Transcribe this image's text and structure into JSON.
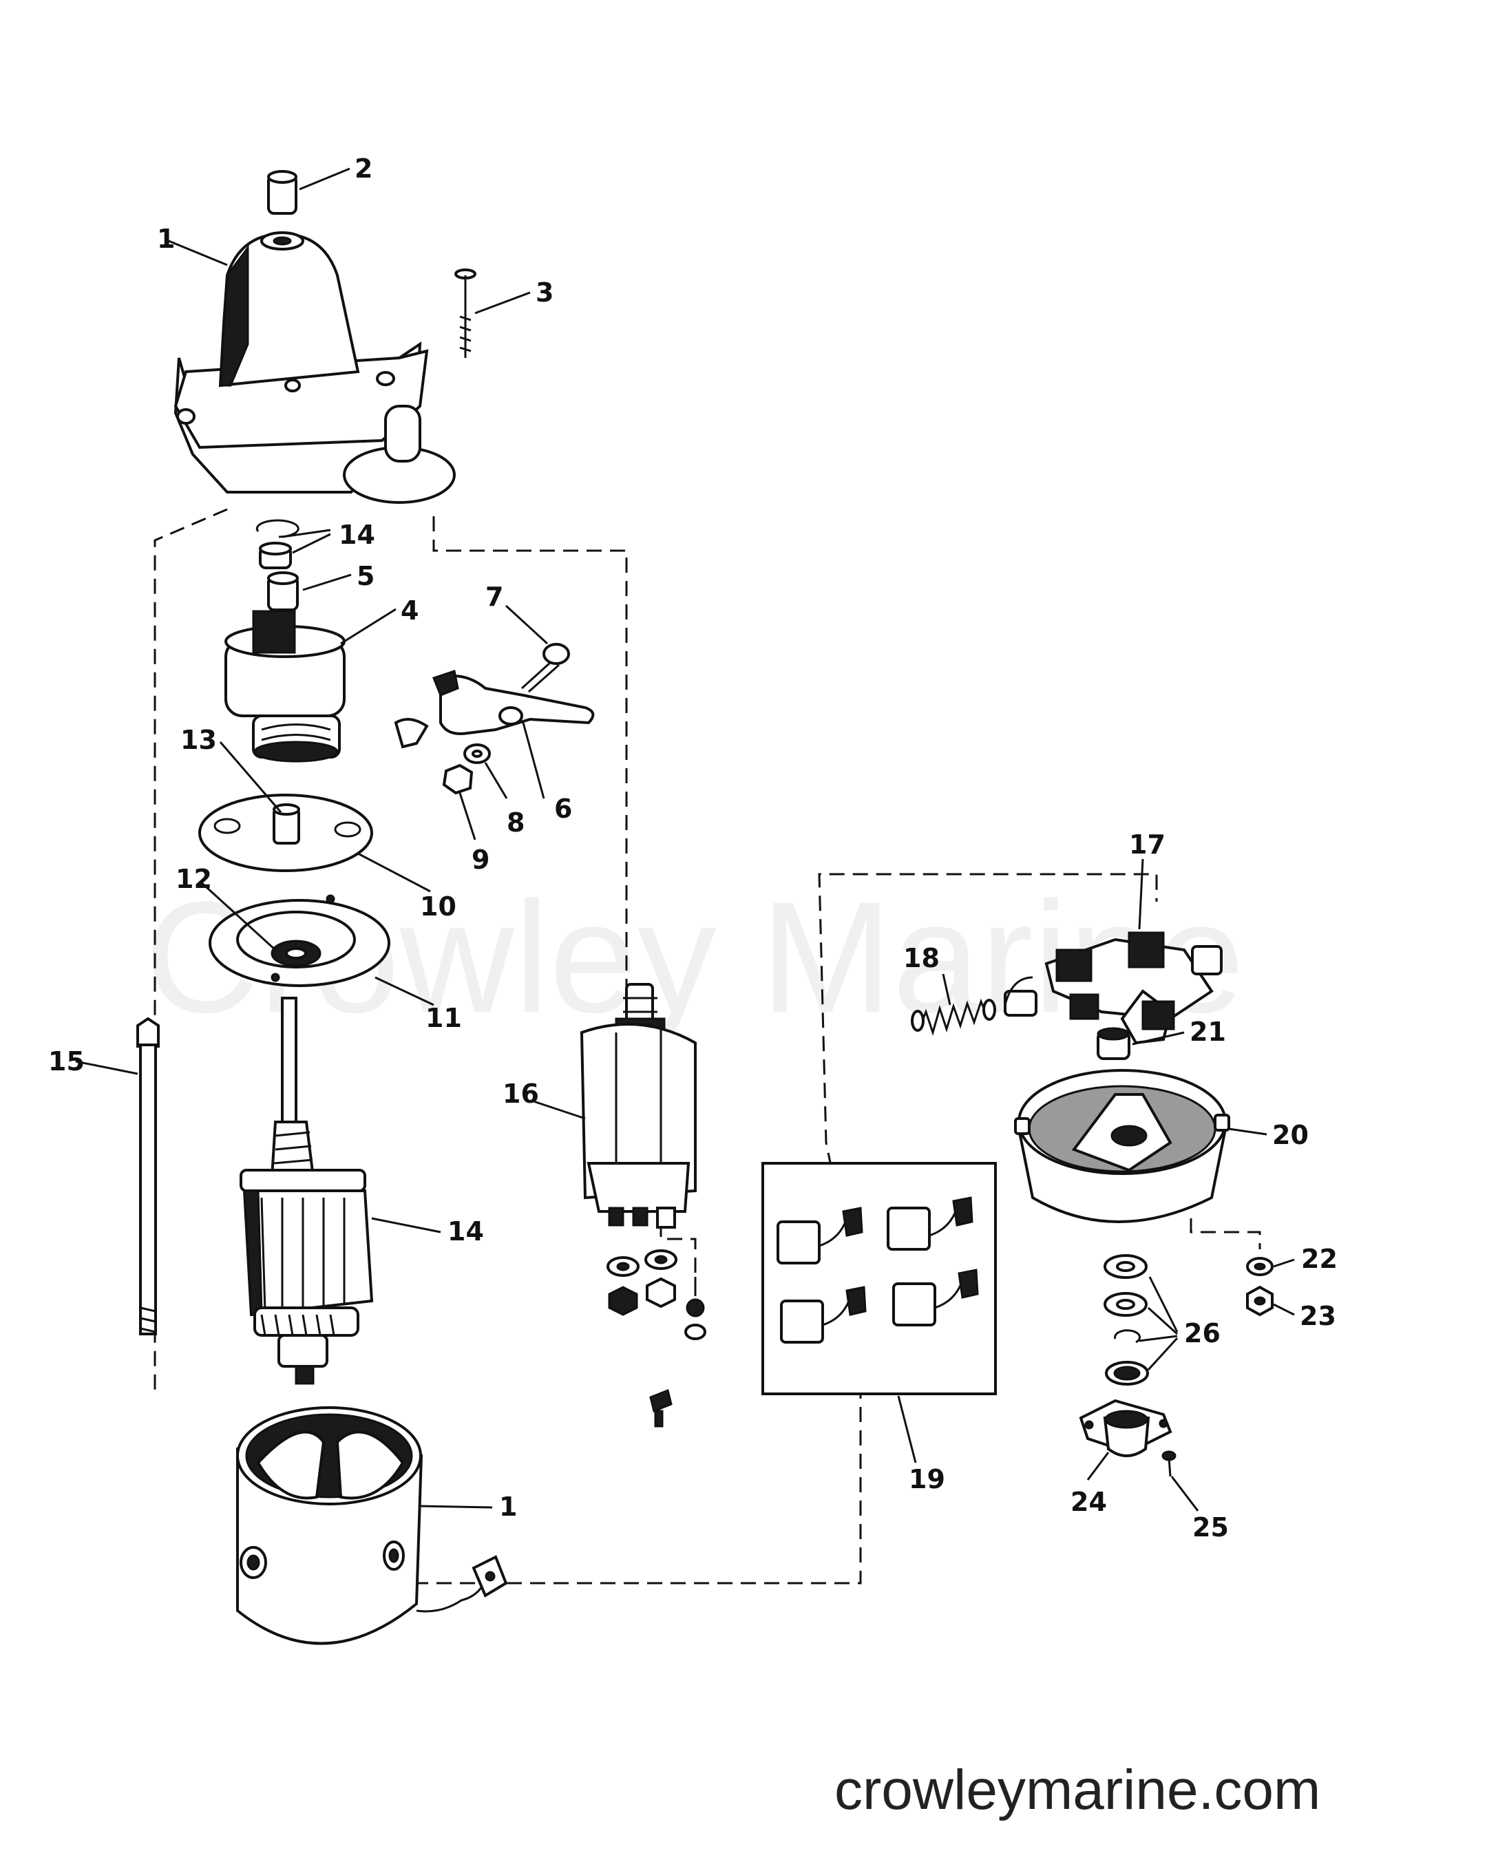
{
  "watermark": "Crowley Marine",
  "site_label": "crowleymarine.com",
  "callouts": {
    "c1_top": "1",
    "c2": "2",
    "c3": "3",
    "c14_a": "14",
    "c5": "5",
    "c4": "4",
    "c7": "7",
    "c13": "13",
    "c6": "6",
    "c8": "8",
    "c9": "9",
    "c10": "10",
    "c12": "12",
    "c11": "11",
    "c15": "15",
    "c14_b": "14",
    "c16": "16",
    "c1_bottom": "1",
    "c17": "17",
    "c18": "18",
    "c21": "21",
    "c20": "20",
    "c22": "22",
    "c23": "23",
    "c26": "26",
    "c19": "19",
    "c24": "24",
    "c25": "25"
  }
}
